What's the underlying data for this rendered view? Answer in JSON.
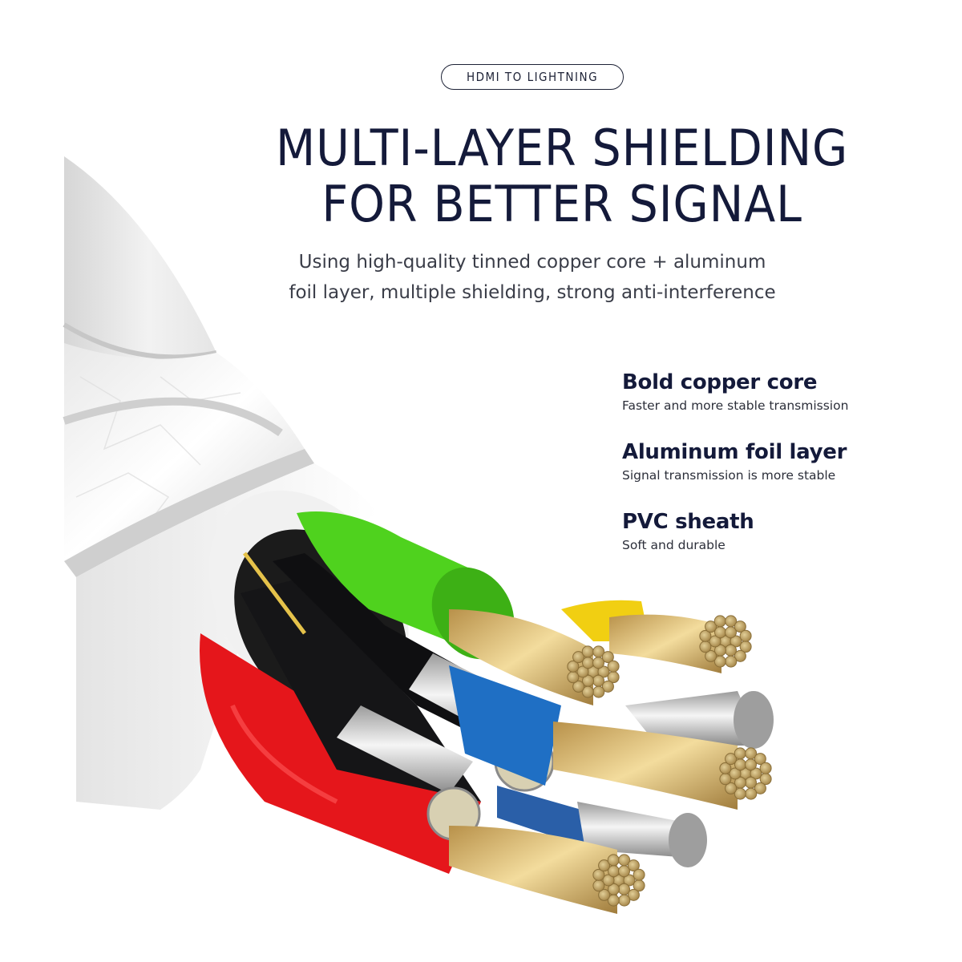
{
  "badge": {
    "label": "HDMI TO LIGHTNING"
  },
  "headline": {
    "line1": "MULTI-LAYER SHIELDING",
    "line2": "FOR BETTER SIGNAL"
  },
  "subtitle": {
    "line1": "Using high-quality tinned copper core + aluminum",
    "line2": "foil layer, multiple shielding, strong anti-interference"
  },
  "features": [
    {
      "title": "Bold copper core",
      "description": "Faster and more stable transmission"
    },
    {
      "title": "Aluminum foil layer",
      "description": "Signal transmission is more stable"
    },
    {
      "title": "PVC sheath",
      "description": "Soft and durable"
    }
  ],
  "colors": {
    "heading": "#141a3a",
    "wire_green": "#4fd21e",
    "wire_red": "#e5161b",
    "wire_black": "#151517",
    "wire_blue": "#1f6fc4",
    "wire_yellow": "#f1cf12",
    "copper": "#cdb37a"
  },
  "illustration": {
    "subject": "cable-cross-section"
  }
}
